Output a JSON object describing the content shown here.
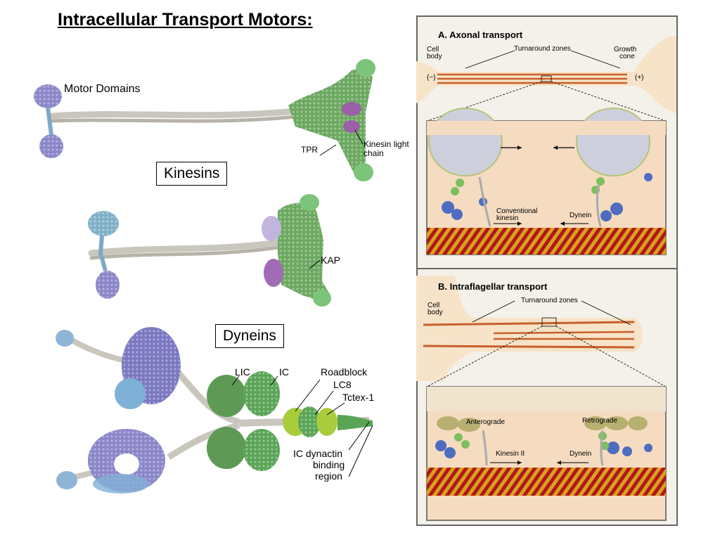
{
  "title": "Intracellular Transport Motors:",
  "left_panel": {
    "motor_domains": "Motor Domains",
    "kinesins_box": "Kinesins",
    "dyneins_box": "Dyneins",
    "tpr": "TPR",
    "klc_line1": "Kinesin light",
    "klc_line2": "chain",
    "kap": "KAP",
    "lic": "LIC",
    "ic": "IC",
    "roadblock": "Roadblock",
    "lc8": "LC8",
    "tctex": "Tctex-1",
    "ic_dyn_1": "IC dynactin",
    "ic_dyn_2": "binding",
    "ic_dyn_3": "region"
  },
  "panel_a": {
    "title": "A. Axonal transport",
    "cell_body_1": "Cell",
    "cell_body_2": "body",
    "turnaround": "Turnaround zones",
    "growth_1": "Growth",
    "growth_2": "cone",
    "minus": "(−)",
    "plus": "(+)",
    "conv_1": "Conventional",
    "conv_2": "kinesin",
    "dynein": "Dynein"
  },
  "panel_b": {
    "title": "B. Intraflagellar transport",
    "cell_body_1": "Cell",
    "cell_body_2": "body",
    "turnaround": "Turnaround zones",
    "anterograde": "Anterograde",
    "retrograde": "Retrograde",
    "kinesin2": "Kinesin II",
    "dynein": "Dynein"
  }
}
